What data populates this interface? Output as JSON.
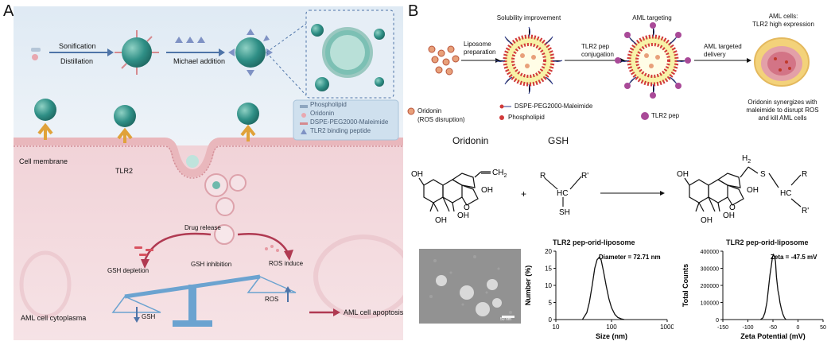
{
  "panel_a": {
    "letter": "A",
    "sonification": "Sonification",
    "distillation": "Distillation",
    "michael_addition": "Michael addition",
    "legend": [
      "Phospholipid",
      "Oridonin",
      "DSPE-PEG2000-Maleimide",
      "TLR2 binding peptide"
    ],
    "cell_membrane": "Cell membrane",
    "tlr2": "TLR2",
    "drug_release": "Drug release",
    "gsh_depletion": "GSH depletion",
    "gsh_inhibition": "GSH inhibition",
    "ros_induce": "ROS induce",
    "aml_cytoplasma": "AML cell cytoplasma",
    "gsh": "GSH",
    "ros": "ROS",
    "apoptosis": "AML cell apoptosis"
  },
  "panel_b": {
    "letter": "B",
    "solubility": "Solubility improvement",
    "aml_targeting": "AML targeting",
    "aml_cells_title_1": "AML cells:",
    "aml_cells_title_2": "TLR2 high expression",
    "liposome_prep_1": "Liposome",
    "liposome_prep_2": "preparation",
    "tlr2_conj_1": "TLR2 pep",
    "tlr2_conj_2": "conjugation",
    "aml_delivery_1": "AML targeted",
    "aml_delivery_2": "delivery",
    "legend_oridonin_1": "Oridonin",
    "legend_oridonin_2": "(ROS disruption)",
    "legend_dspe": "DSPE-PEG2000-Maleimide",
    "legend_phospholipid": "Phospholipid",
    "legend_tlr2pep": "TLR2 pep",
    "synergy_1": "Oridonin synergizes with",
    "synergy_2": "maleimide to disrupt ROS",
    "synergy_3": "and kill AML cells",
    "oridonin_label": "Oridonin",
    "gsh_label": "GSH",
    "plus": "+",
    "tem_scale": "50 nm"
  },
  "chemistry": {
    "oh": "OH",
    "ch2": "CH",
    "ch2_sub": "2",
    "h2": "H",
    "h2_sub": "2",
    "o": "O",
    "r": "R",
    "r_prime": "R'",
    "hc": "HC",
    "sh": "SH",
    "s": "S",
    "h": "H"
  },
  "chart_data": [
    {
      "type": "line",
      "title": "TLR2 pep-orid-liposome",
      "annotation": "Diameter = 72.71 nm",
      "xlabel": "Size (nm)",
      "ylabel": "Number (%)",
      "x_scale": "log",
      "xlim": [
        10,
        1000
      ],
      "ylim": [
        0,
        20
      ],
      "xticks": [
        "10",
        "100",
        "1000"
      ],
      "yticks": [
        "0",
        "5",
        "10",
        "15",
        "20"
      ],
      "series": [
        {
          "x": [
            30,
            36,
            40,
            45,
            50,
            55,
            60,
            65,
            72,
            80,
            90,
            100,
            115,
            130,
            150,
            170
          ],
          "values": [
            0,
            2,
            5,
            10,
            15,
            17.5,
            18.2,
            17.5,
            14,
            10,
            6,
            3.5,
            1.5,
            0.6,
            0.2,
            0
          ]
        }
      ],
      "grid": false
    },
    {
      "type": "line",
      "title": "TLR2 pep-orid-liposome",
      "annotation": "Zeta = -47.5 mV",
      "xlabel": "Zeta Potential (mV)",
      "ylabel": "Total Counts",
      "xlim": [
        -150,
        50
      ],
      "ylim": [
        0,
        400000
      ],
      "xticks": [
        "-150",
        "-100",
        "-50",
        "0",
        "50"
      ],
      "yticks": [
        "0",
        "100000",
        "200000",
        "300000",
        "400000"
      ],
      "series": [
        {
          "x": [
            -75,
            -70,
            -66,
            -62,
            -59,
            -56,
            -53,
            -51,
            -49,
            -47,
            -45,
            -43,
            -40,
            -38,
            -36,
            -33,
            -30,
            -27,
            -24
          ],
          "values": [
            0,
            10000,
            40000,
            100000,
            180000,
            260000,
            320000,
            365000,
            380000,
            370000,
            340000,
            250000,
            170000,
            140000,
            100000,
            60000,
            30000,
            10000,
            0
          ]
        }
      ],
      "grid": false
    }
  ]
}
